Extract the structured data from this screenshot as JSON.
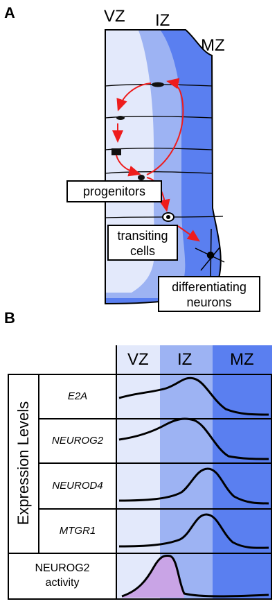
{
  "panel_a": {
    "letter": "A",
    "zones": [
      "VZ",
      "IZ",
      "MZ"
    ],
    "labels": {
      "progenitors": "progenitors",
      "transiting_line1": "transiting",
      "transiting_line2": "cells",
      "differentiating_line1": "differentiating",
      "differentiating_line2": "neurons"
    },
    "colors": {
      "vz": "#e3e9fb",
      "iz": "#9db3f3",
      "mz": "#5a7ff0",
      "arrow": "#ee1c1c"
    }
  },
  "panel_b": {
    "letter": "B",
    "zones": [
      "VZ",
      "IZ",
      "MZ"
    ],
    "row_header": "Expression Levels",
    "genes": [
      "E2A",
      "NEUROG2",
      "NEUROD4",
      "MTGR1"
    ],
    "activity_line1": "NEUROG2",
    "activity_line2": "activity",
    "colors": {
      "vz": "#e3e9fb",
      "iz": "#9db3f3",
      "mz": "#5a7ff0",
      "activity_fill": "#c9a4e6"
    }
  }
}
